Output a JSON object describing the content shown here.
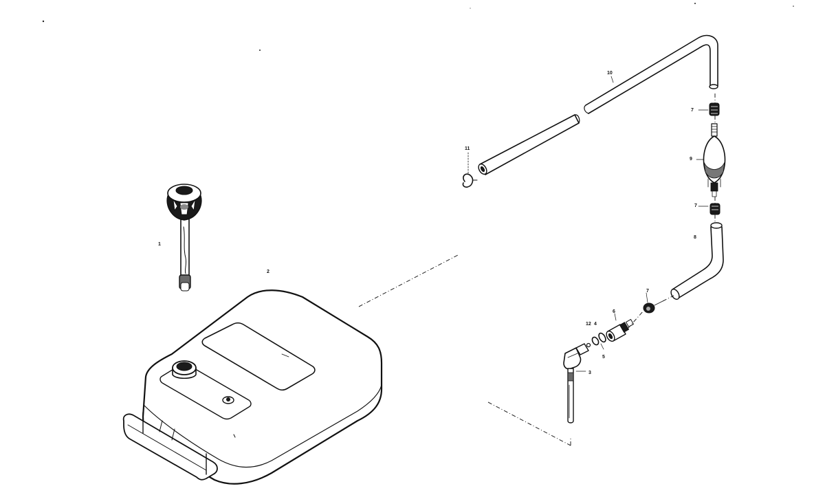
{
  "diagram": {
    "callouts": {
      "part_1": "1",
      "part_2": "2",
      "part_3": "3",
      "part_4": "4",
      "part_5": "5",
      "part_6": "6",
      "part_7a": "7",
      "part_7b": "7",
      "part_7c": "7",
      "part_8": "8",
      "part_9": "9",
      "part_10": "10",
      "part_11": "11",
      "part_12": "12"
    }
  }
}
